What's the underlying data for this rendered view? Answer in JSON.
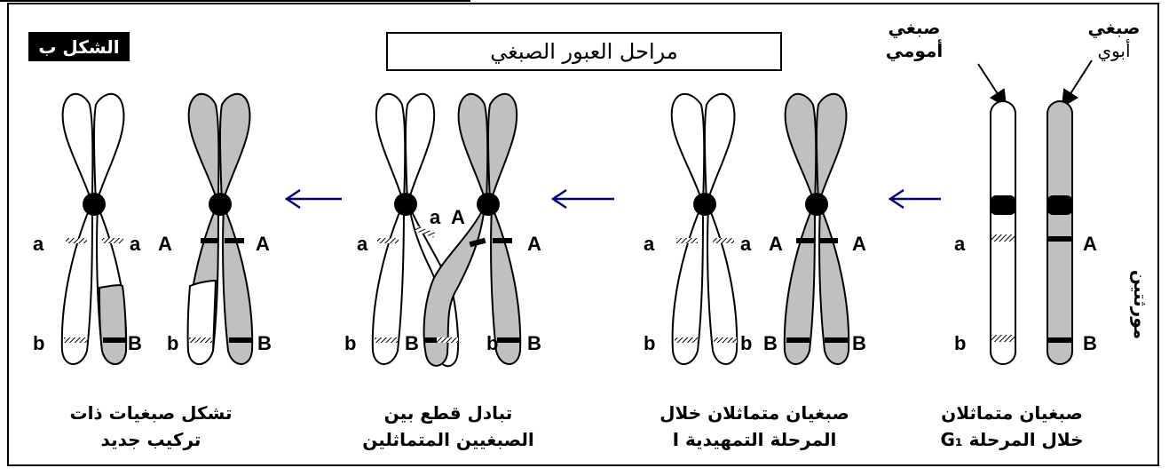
{
  "figure_label": "الشكل ب",
  "title": "مراحل العبور الصبغي",
  "labels": {
    "paternal_line1": "صبغي",
    "paternal_line2": "أبوي",
    "maternal_line1": "صبغي",
    "maternal_line2": "أمومي",
    "genes_vertical": "مورثتين",
    "a": "a",
    "b": "b",
    "A": "A",
    "B": "B"
  },
  "captions": [
    {
      "line1": "صبغيان متماثلان",
      "line2": "خلال المرحلة G₁"
    },
    {
      "line1": "صبغيان متماثلان خلال",
      "line2": "المرحلة التمهيدية I"
    },
    {
      "line1": "تبادل قطع بين",
      "line2": "الصبغيين المتماثلين"
    },
    {
      "line1": "تشكل صبغيات ذات",
      "line2": "تركيب جديد"
    }
  ],
  "colors": {
    "paternal": "#c0c0c0",
    "maternal": "#ffffff",
    "arrow": "#000080",
    "outline": "#000000"
  }
}
